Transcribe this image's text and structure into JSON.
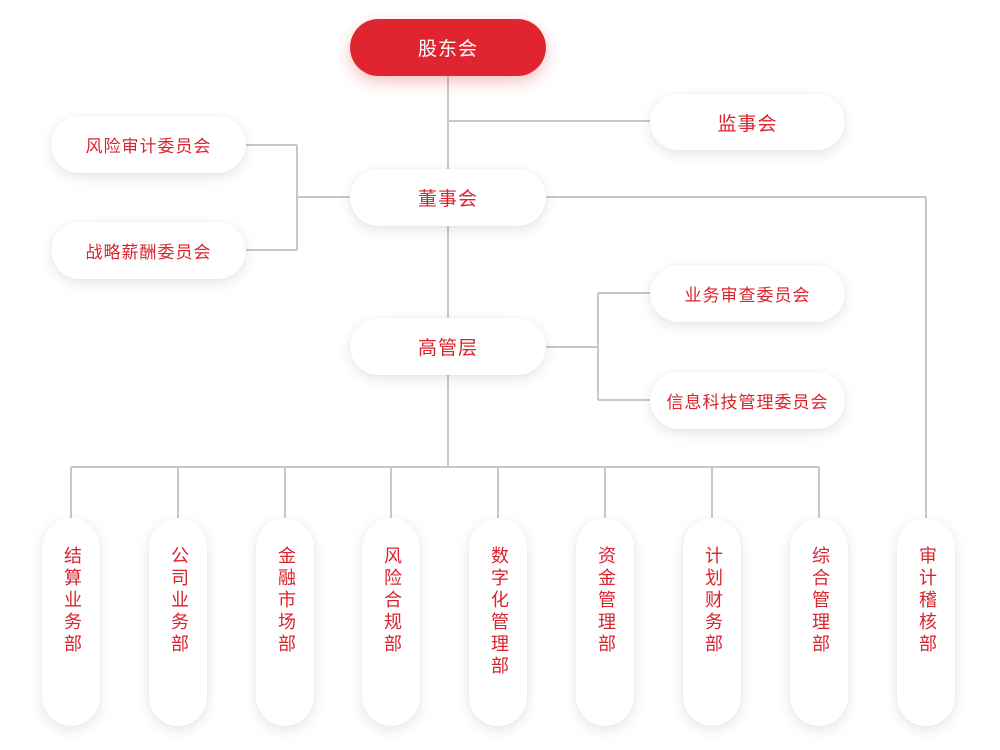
{
  "nodes": {
    "shareholders": "股东会",
    "supervisory_board": "监事会",
    "risk_audit_committee": "风险审计委员会",
    "strategy_compensation_committee": "战略薪酬委员会",
    "board": "董事会",
    "senior_management": "高管层",
    "business_review_committee": "业务审查委员会",
    "it_management_committee": "信息科技管理委员会"
  },
  "departments": [
    "结算业务部",
    "公司业务部",
    "金融市场部",
    "风险合规部",
    "数字化管理部",
    "资金管理部",
    "计划财务部",
    "综合管理部",
    "审计稽核部"
  ],
  "colors": {
    "accent": "#e02430",
    "text": "#d9232e",
    "line": "#c8c8c8",
    "card": "#ffffff"
  }
}
